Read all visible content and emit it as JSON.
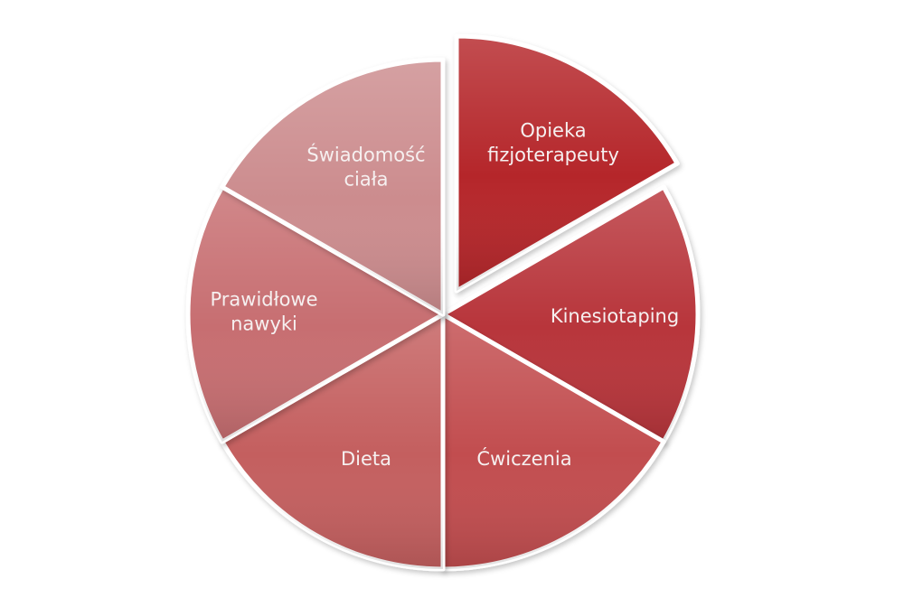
{
  "diagram": {
    "segments": [
      {
        "id": "opieka",
        "lines": [
          "Opieka",
          "fizjoterapeuty"
        ],
        "color": "#b5282c",
        "exploded": true
      },
      {
        "id": "kinesiotaping",
        "lines": [
          "Kinesiotaping"
        ],
        "color": "#b8363a",
        "exploded": false
      },
      {
        "id": "cwiczenia",
        "lines": [
          "Ćwiczenia"
        ],
        "color": "#c24e50",
        "exploded": false
      },
      {
        "id": "dieta",
        "lines": [
          "Dieta"
        ],
        "color": "#c45e5f",
        "exploded": false
      },
      {
        "id": "nawyki",
        "lines": [
          "Prawidłowe",
          "nawyki"
        ],
        "color": "#c76e71",
        "exploded": false
      },
      {
        "id": "swiadomosc",
        "lines": [
          "Świadomość",
          "ciała"
        ],
        "color": "#cc8c8e",
        "exploded": false
      }
    ]
  }
}
